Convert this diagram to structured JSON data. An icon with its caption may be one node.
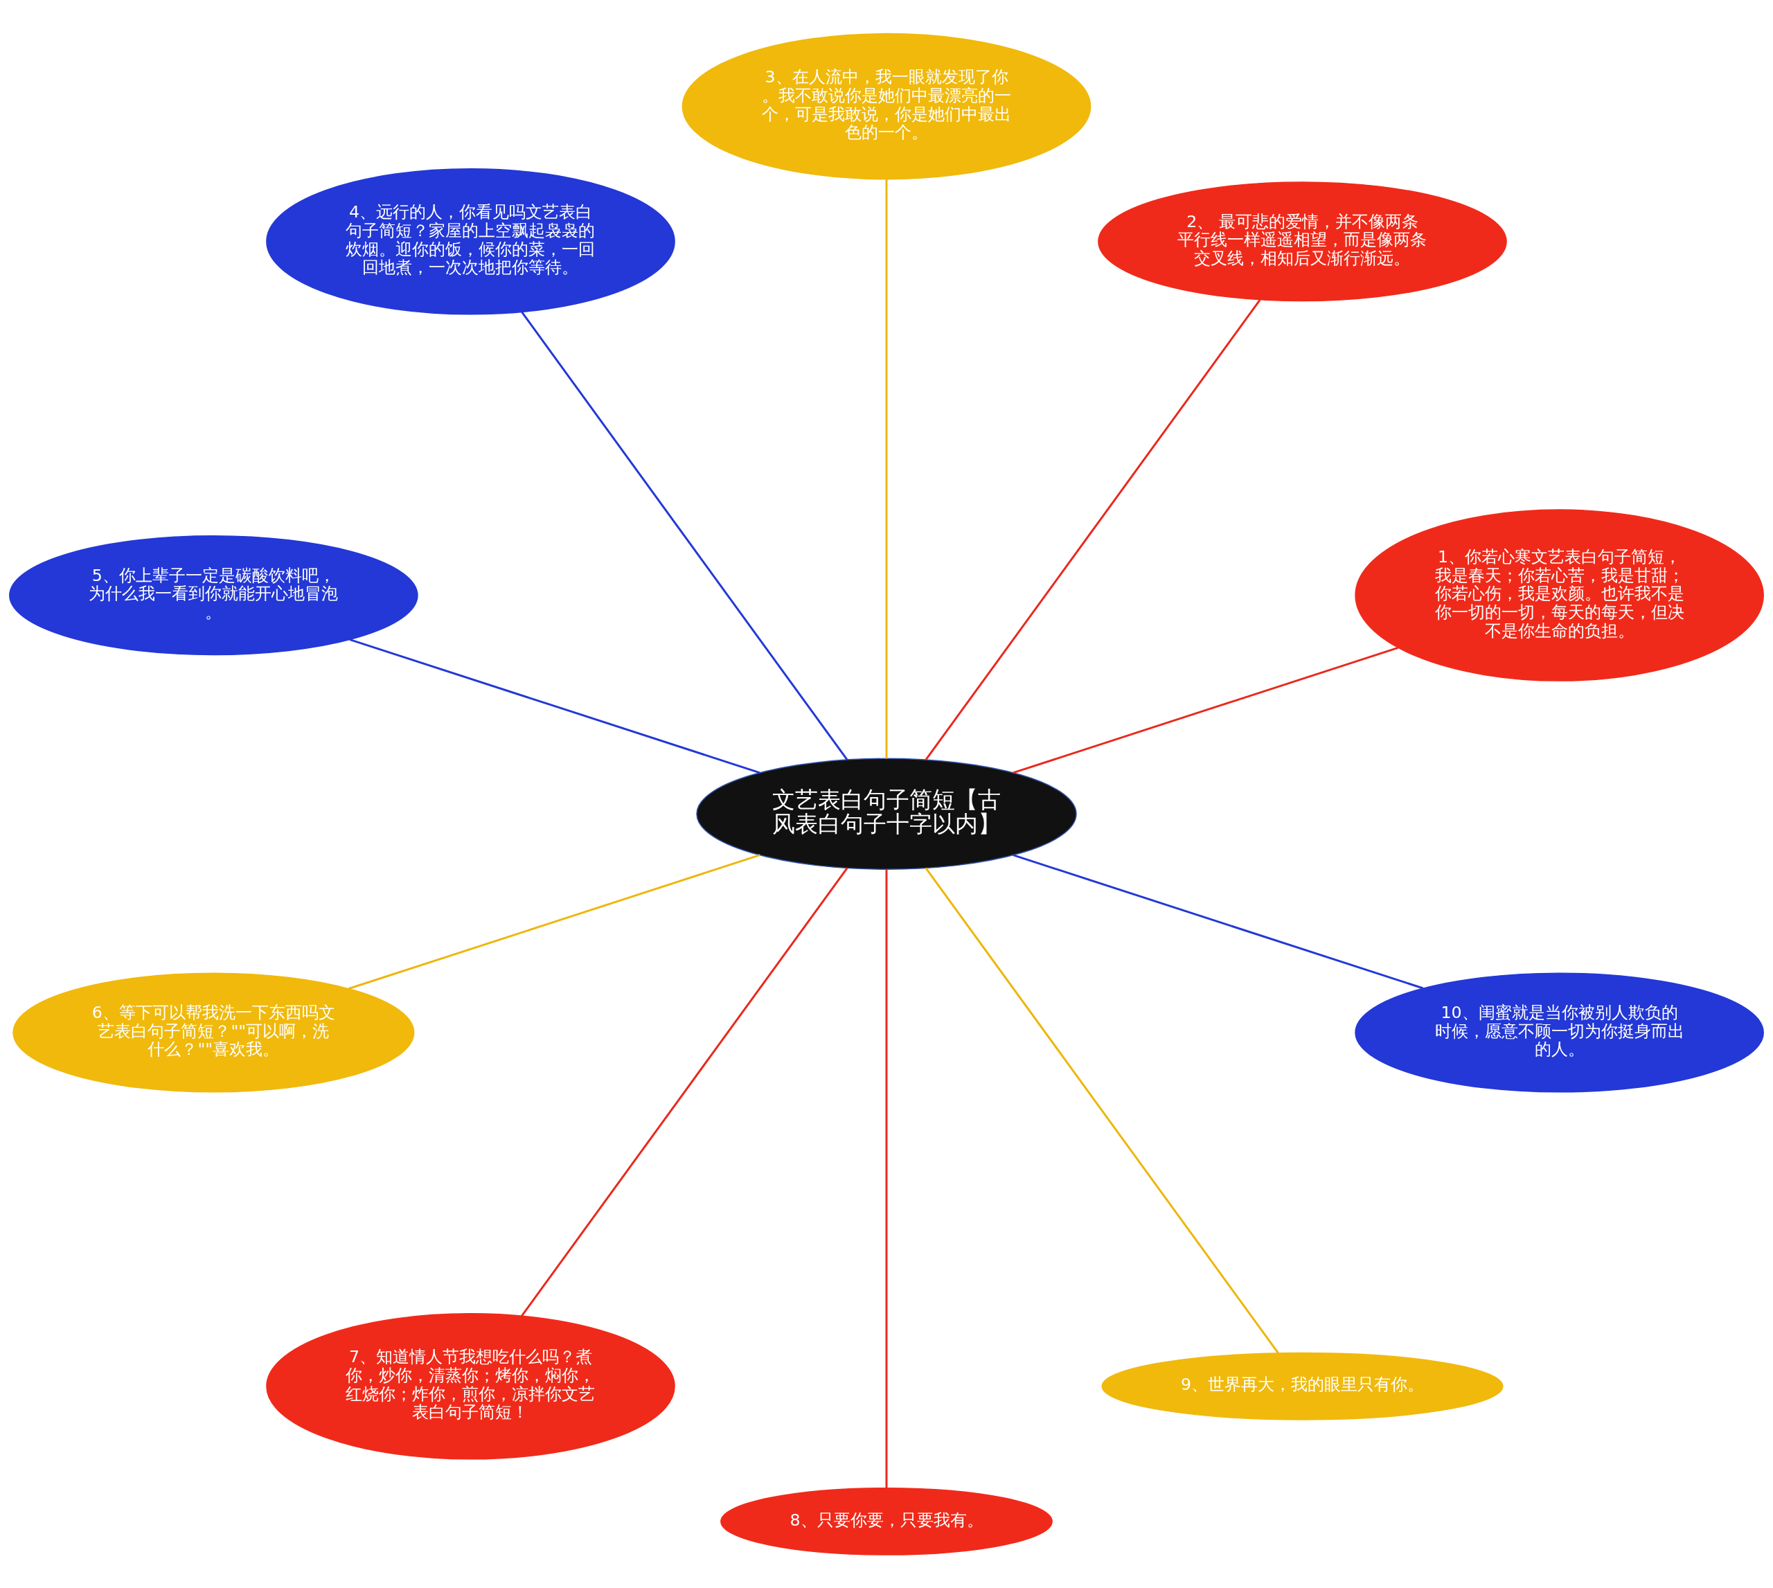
{
  "diagram": {
    "nodes": [
      {
        "text": [
          "文艺表白句子简短【古风表白句子十字以内】"
        ]
      },
      {
        "text": [
          "1、你若心寒文艺表白句子简短，我是春天；你若心苦，我是甘甜；你若心伤，我是欢颜。也许我不是你一切的一切，每天的每天，但决不是你生命的负担。"
        ]
      },
      {
        "text": [
          "2、 最可悲的爱情，并不像两条平行线一样遥遥相望，而是像两条交叉线，相知后又渐行渐远。"
        ]
      },
      {
        "text": [
          "3、在人流中，我一眼就发现了你。我不敢说你是她们中最漂亮的一个，可是我敢说，你是她们中最出色的一个。"
        ]
      },
      {
        "text": [
          "4、远行的人，你看见吗文艺表白句子简短？家屋的上空飘起袅袅的炊烟。迎你的饭，候你的菜，一回回地煮，一次次地把你等待。"
        ]
      },
      {
        "text": [
          "5、你上辈子一定是碳酸饮料吧，为什么我一看到你就能开心地冒泡。"
        ]
      },
      {
        "text": [
          "6、等下可以帮我洗一下东西吗文艺表白句子简短？\"\"可以啊，洗什么？\"\"喜欢我。"
        ]
      },
      {
        "text": [
          "7、知道情人节我想吃什么吗？煮你，炒你，清蒸你；烤你，焖你，红烧你；炸你，煎你，凉拌你文艺表白句子简短！"
        ]
      },
      {
        "text": [
          "8、只要你要，只要我有。"
        ]
      },
      {
        "text": [
          "9、世界再大，我的眼里只有你。"
        ]
      },
      {
        "text": [
          "10、闺蜜就是当你被别人欺负的时候，愿意不顾一切为你挺身而出的人。"
        ]
      }
    ],
    "edges": [
      {
        "from": 0,
        "to": 1,
        "arrow": "none",
        "color": "#e8291c"
      },
      {
        "from": 0,
        "to": 2,
        "arrow": "none",
        "color": "#e8291c"
      },
      {
        "from": 0,
        "to": 3,
        "arrow": "none",
        "color": "#eeb60c"
      },
      {
        "from": 0,
        "to": 4,
        "arrow": "none",
        "color": "#2338d6"
      },
      {
        "from": 0,
        "to": 5,
        "arrow": "none",
        "color": "#2338d6"
      },
      {
        "from": 0,
        "to": 6,
        "arrow": "none",
        "color": "#eeb60c"
      },
      {
        "from": 0,
        "to": 7,
        "arrow": "none",
        "color": "#e8291c"
      },
      {
        "from": 0,
        "to": 8,
        "arrow": "none",
        "color": "#e8291c"
      },
      {
        "from": 0,
        "to": 9,
        "arrow": "none",
        "color": "#eeb60c"
      },
      {
        "from": 0,
        "to": 10,
        "arrow": "none",
        "color": "#2338d6"
      }
    ]
  }
}
